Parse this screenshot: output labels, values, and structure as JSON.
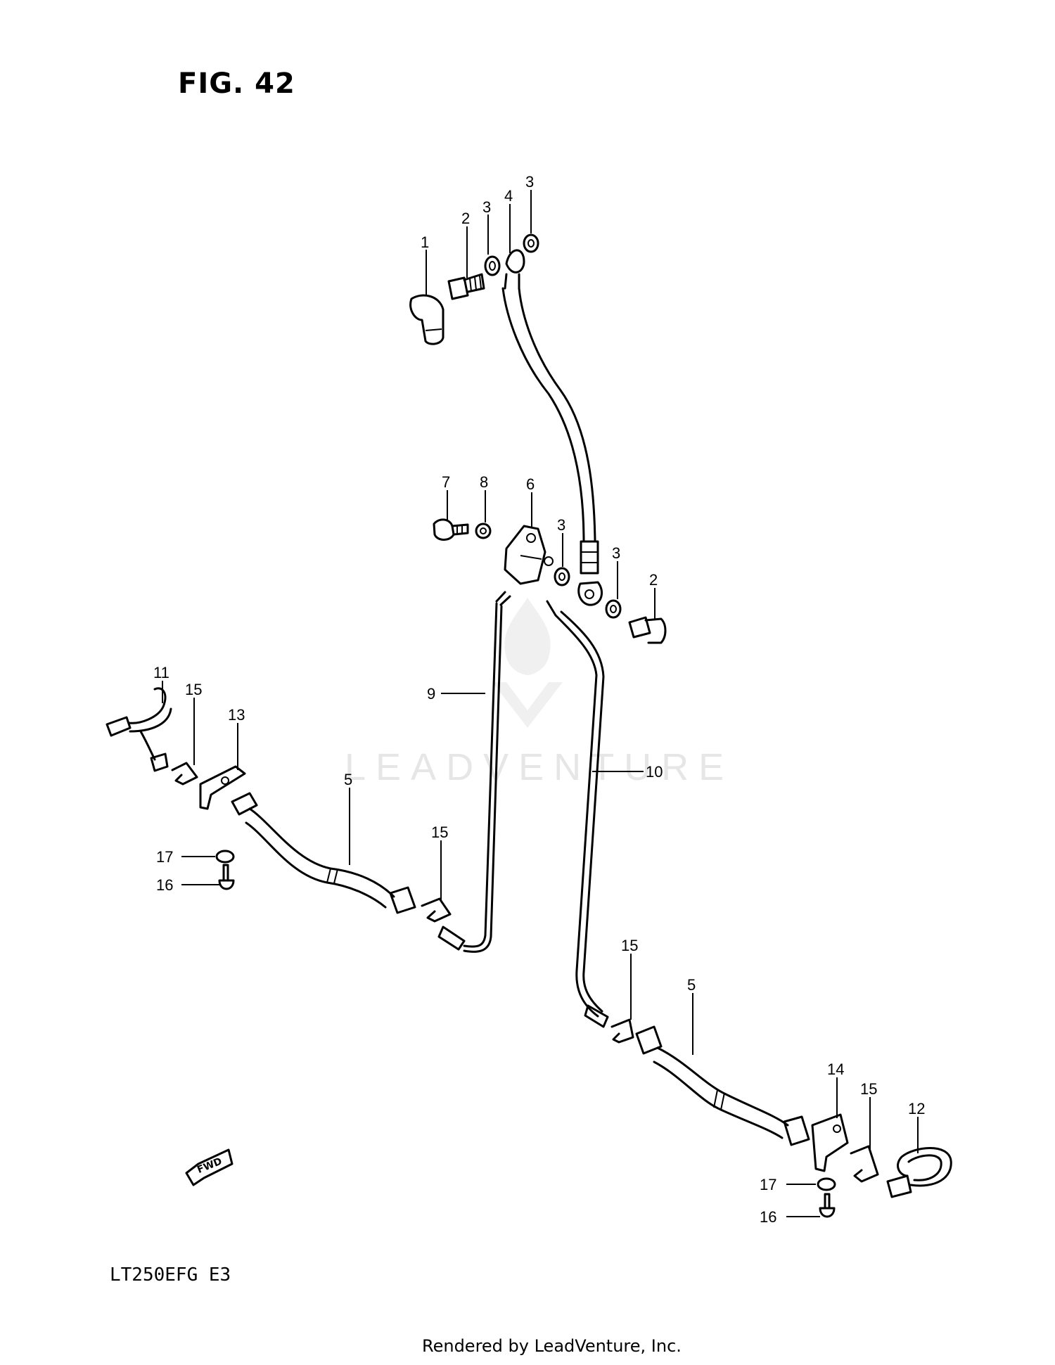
{
  "figure": {
    "title": "FIG. 42"
  },
  "model": {
    "code": "LT250EFG  E3"
  },
  "footer": {
    "text": "Rendered by LeadVenture, Inc."
  },
  "watermark": {
    "text": "LEADVENTURE"
  },
  "direction_indicator": {
    "label": "FWD"
  },
  "callouts": [
    {
      "id": "c1",
      "label": "1"
    },
    {
      "id": "c2a",
      "label": "2"
    },
    {
      "id": "c3a",
      "label": "3"
    },
    {
      "id": "c4",
      "label": "4"
    },
    {
      "id": "c3b",
      "label": "3"
    },
    {
      "id": "c7",
      "label": "7"
    },
    {
      "id": "c8",
      "label": "8"
    },
    {
      "id": "c6",
      "label": "6"
    },
    {
      "id": "c3c",
      "label": "3"
    },
    {
      "id": "c3d",
      "label": "3"
    },
    {
      "id": "c2b",
      "label": "2"
    },
    {
      "id": "c11",
      "label": "11"
    },
    {
      "id": "c15a",
      "label": "15"
    },
    {
      "id": "c13",
      "label": "13"
    },
    {
      "id": "c9",
      "label": "9"
    },
    {
      "id": "c5a",
      "label": "5"
    },
    {
      "id": "c10",
      "label": "10"
    },
    {
      "id": "c15b",
      "label": "15"
    },
    {
      "id": "c17a",
      "label": "17"
    },
    {
      "id": "c16a",
      "label": "16"
    },
    {
      "id": "c15c",
      "label": "15"
    },
    {
      "id": "c5b",
      "label": "5"
    },
    {
      "id": "c14",
      "label": "14"
    },
    {
      "id": "c15d",
      "label": "15"
    },
    {
      "id": "c12",
      "label": "12"
    },
    {
      "id": "c17b",
      "label": "17"
    },
    {
      "id": "c16b",
      "label": "16"
    }
  ]
}
